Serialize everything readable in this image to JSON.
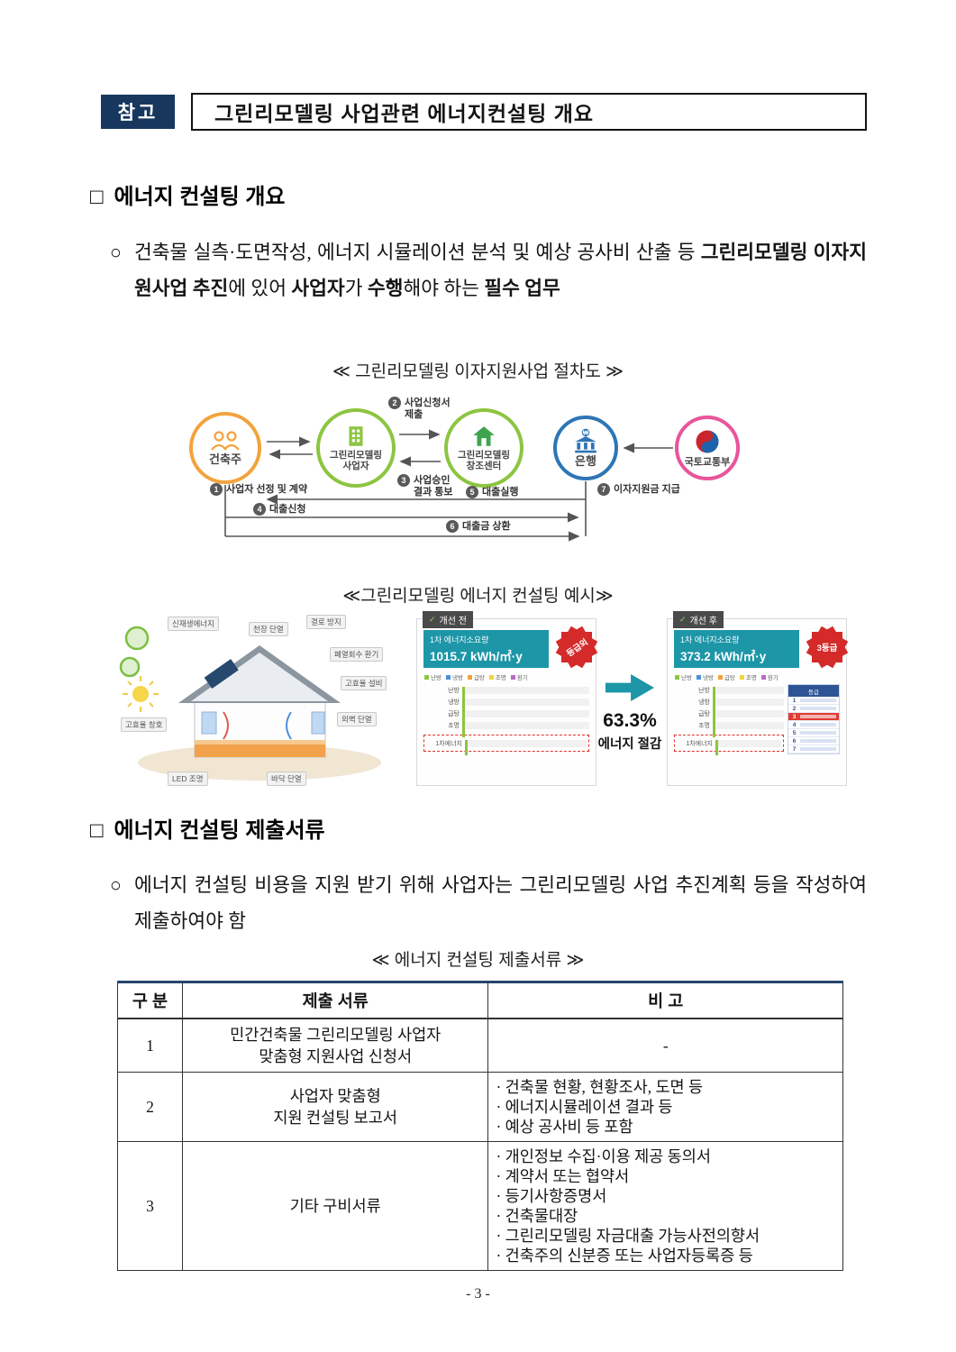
{
  "page": {
    "badge": "참고",
    "title": "그린리모델링 사업관련 에너지컨설팅 개요",
    "footer": "- 3 -"
  },
  "overview": {
    "marker": "□",
    "heading": "에너지 컨설팅 개요",
    "bullet": "○",
    "para": {
      "s0": "건축물 실측·도면작성, 에너지 시뮬레이션 분석 및 예상 공사비 산출 등 ",
      "s1": "그린리모델링 이자지원사업 추진",
      "s2": "에 있어 ",
      "s3": "사업자",
      "s4": "가 ",
      "s5": "수행",
      "s6": "해야 하는 ",
      "s7": "필수 업무"
    }
  },
  "process": {
    "caption": "≪ 그린리모델링 이자지원사업 절차도 ≫",
    "nodes": {
      "owner": "건축주",
      "company": "그린리모델링\n사업자",
      "center": "그린리모델링\n창조센터",
      "bank": "은행",
      "molit": "국토교통부"
    },
    "steps": {
      "s1": {
        "n": "1",
        "t": "사업자 선정 및 계약"
      },
      "s2": {
        "n": "2",
        "t": "사업신청서\n제출"
      },
      "s3": {
        "n": "3",
        "t": "사업승인\n결과 통보"
      },
      "s4": {
        "n": "4",
        "t": "대출신청"
      },
      "s5": {
        "n": "5",
        "t": "대출실행"
      },
      "s6": {
        "n": "6",
        "t": "대출금 상환"
      },
      "s7": {
        "n": "7",
        "t": "이자지원금 지급"
      }
    }
  },
  "example": {
    "caption": "≪그린리모델링 에너지 컨설팅 예시≫",
    "house": {
      "l0": "신재생에너지",
      "l1": "천장 단열",
      "l2": "결로 방지",
      "l3": "폐열회수 환기",
      "l4": "고효율 설비",
      "l5": "외벽 단열",
      "l6": "고효율 창호",
      "l7": "LED 조명",
      "l8": "바닥 단열"
    },
    "before": {
      "check": "✓",
      "tag": "개선 전",
      "metric": "1차 에너지소요량",
      "value": "1015.7 kWh/㎡·y",
      "grade": "등급외"
    },
    "after": {
      "check": "✓",
      "tag": "개선 후",
      "metric": "1차 에너지소요량",
      "value": "373.2 kWh/㎡·y",
      "grade": "3등급"
    },
    "saving": {
      "value": "63.3%",
      "label": "에너지 절감"
    },
    "chart": {
      "rows": {
        "r0": "난방",
        "r1": "냉방",
        "r2": "급탕",
        "r3": "조명",
        "total": "1차에너지"
      },
      "legend": {
        "l0": "난방",
        "l1": "냉방",
        "l2": "급탕",
        "l3": "조명",
        "l4": "환기"
      },
      "before_w": {
        "r0": 78,
        "r1": 20,
        "r2": 42,
        "r3": 15,
        "total": 92
      },
      "after_w": {
        "r0": 26,
        "r1": 8,
        "r2": 20,
        "r3": 10,
        "total": 33
      }
    },
    "grade": {
      "header": "등급",
      "r0": "1",
      "r1": "2",
      "r2": "3",
      "r3": "4",
      "r4": "5",
      "r5": "6",
      "r6": "7"
    }
  },
  "documents": {
    "marker": "□",
    "heading": "에너지 컨설팅 제출서류",
    "bullet": "○",
    "para": "에너지 컨설팅 비용을 지원 받기 위해 사업자는 그린리모델링 사업 추진계획 등을 작성하여 제출하여야 함",
    "caption": "≪ 에너지 컨설팅 제출서류 ≫",
    "table": {
      "h_no": "구 분",
      "h_doc": "제출 서류",
      "h_note": "비 고",
      "r1": {
        "no": "1",
        "doc": "민간건축물 그린리모델링 사업자\n맞춤형 지원사업 신청서",
        "note": "-"
      },
      "r2": {
        "no": "2",
        "doc": "사업자 맞춤형\n지원 컨설팅 보고서",
        "notes": {
          "n0": "· 건축물 현황, 현황조사, 도면 등",
          "n1": "· 에너지시뮬레이션 결과 등",
          "n2": "· 예상 공사비 등 포함"
        }
      },
      "r3": {
        "no": "3",
        "doc": "기타 구비서류",
        "notes": {
          "n0": "· 개인정보 수집·이용 제공 동의서",
          "n1": "· 계약서 또는 협약서",
          "n2": "· 등기사항증명서",
          "n3": "· 건축물대장",
          "n4": "· 그린리모델링 자금대출 가능사전의향서",
          "n5": "· 건축주의 신분증 또는 사업자등록증 등"
        }
      }
    }
  }
}
